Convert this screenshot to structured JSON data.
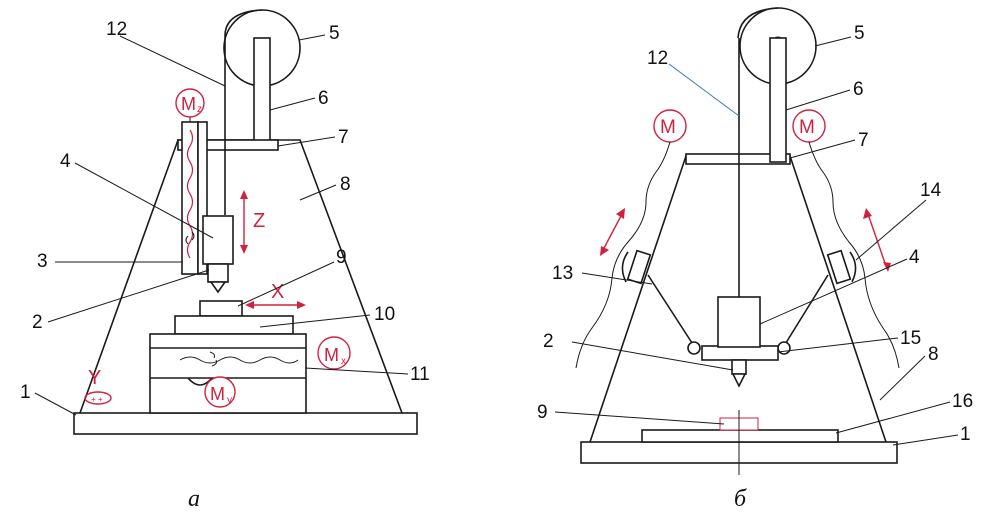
{
  "colors": {
    "line": "#1a1a1a",
    "accent": "#d0213f"
  },
  "left": {
    "caption": "а",
    "labels": {
      "n1": "1",
      "n2": "2",
      "n3": "3",
      "n4": "4",
      "n5": "5",
      "n6": "6",
      "n7": "7",
      "n8": "8",
      "n9": "9",
      "n10": "10",
      "n11": "11",
      "n12": "12"
    },
    "axes": {
      "x": "X",
      "y": "Y",
      "z": "Z"
    },
    "motors": {
      "mz": "M",
      "mz_sub": "z",
      "mx": "M",
      "mx_sub": "x",
      "my": "M",
      "my_sub": "y"
    }
  },
  "right": {
    "caption": "б",
    "labels": {
      "n1": "1",
      "n2": "2",
      "n4": "4",
      "n5": "5",
      "n6": "6",
      "n7": "7",
      "n8": "8",
      "n9": "9",
      "n12": "12",
      "n13": "13",
      "n14": "14",
      "n15": "15",
      "n16": "16"
    },
    "motors": {
      "left": "M",
      "right": "M"
    }
  }
}
